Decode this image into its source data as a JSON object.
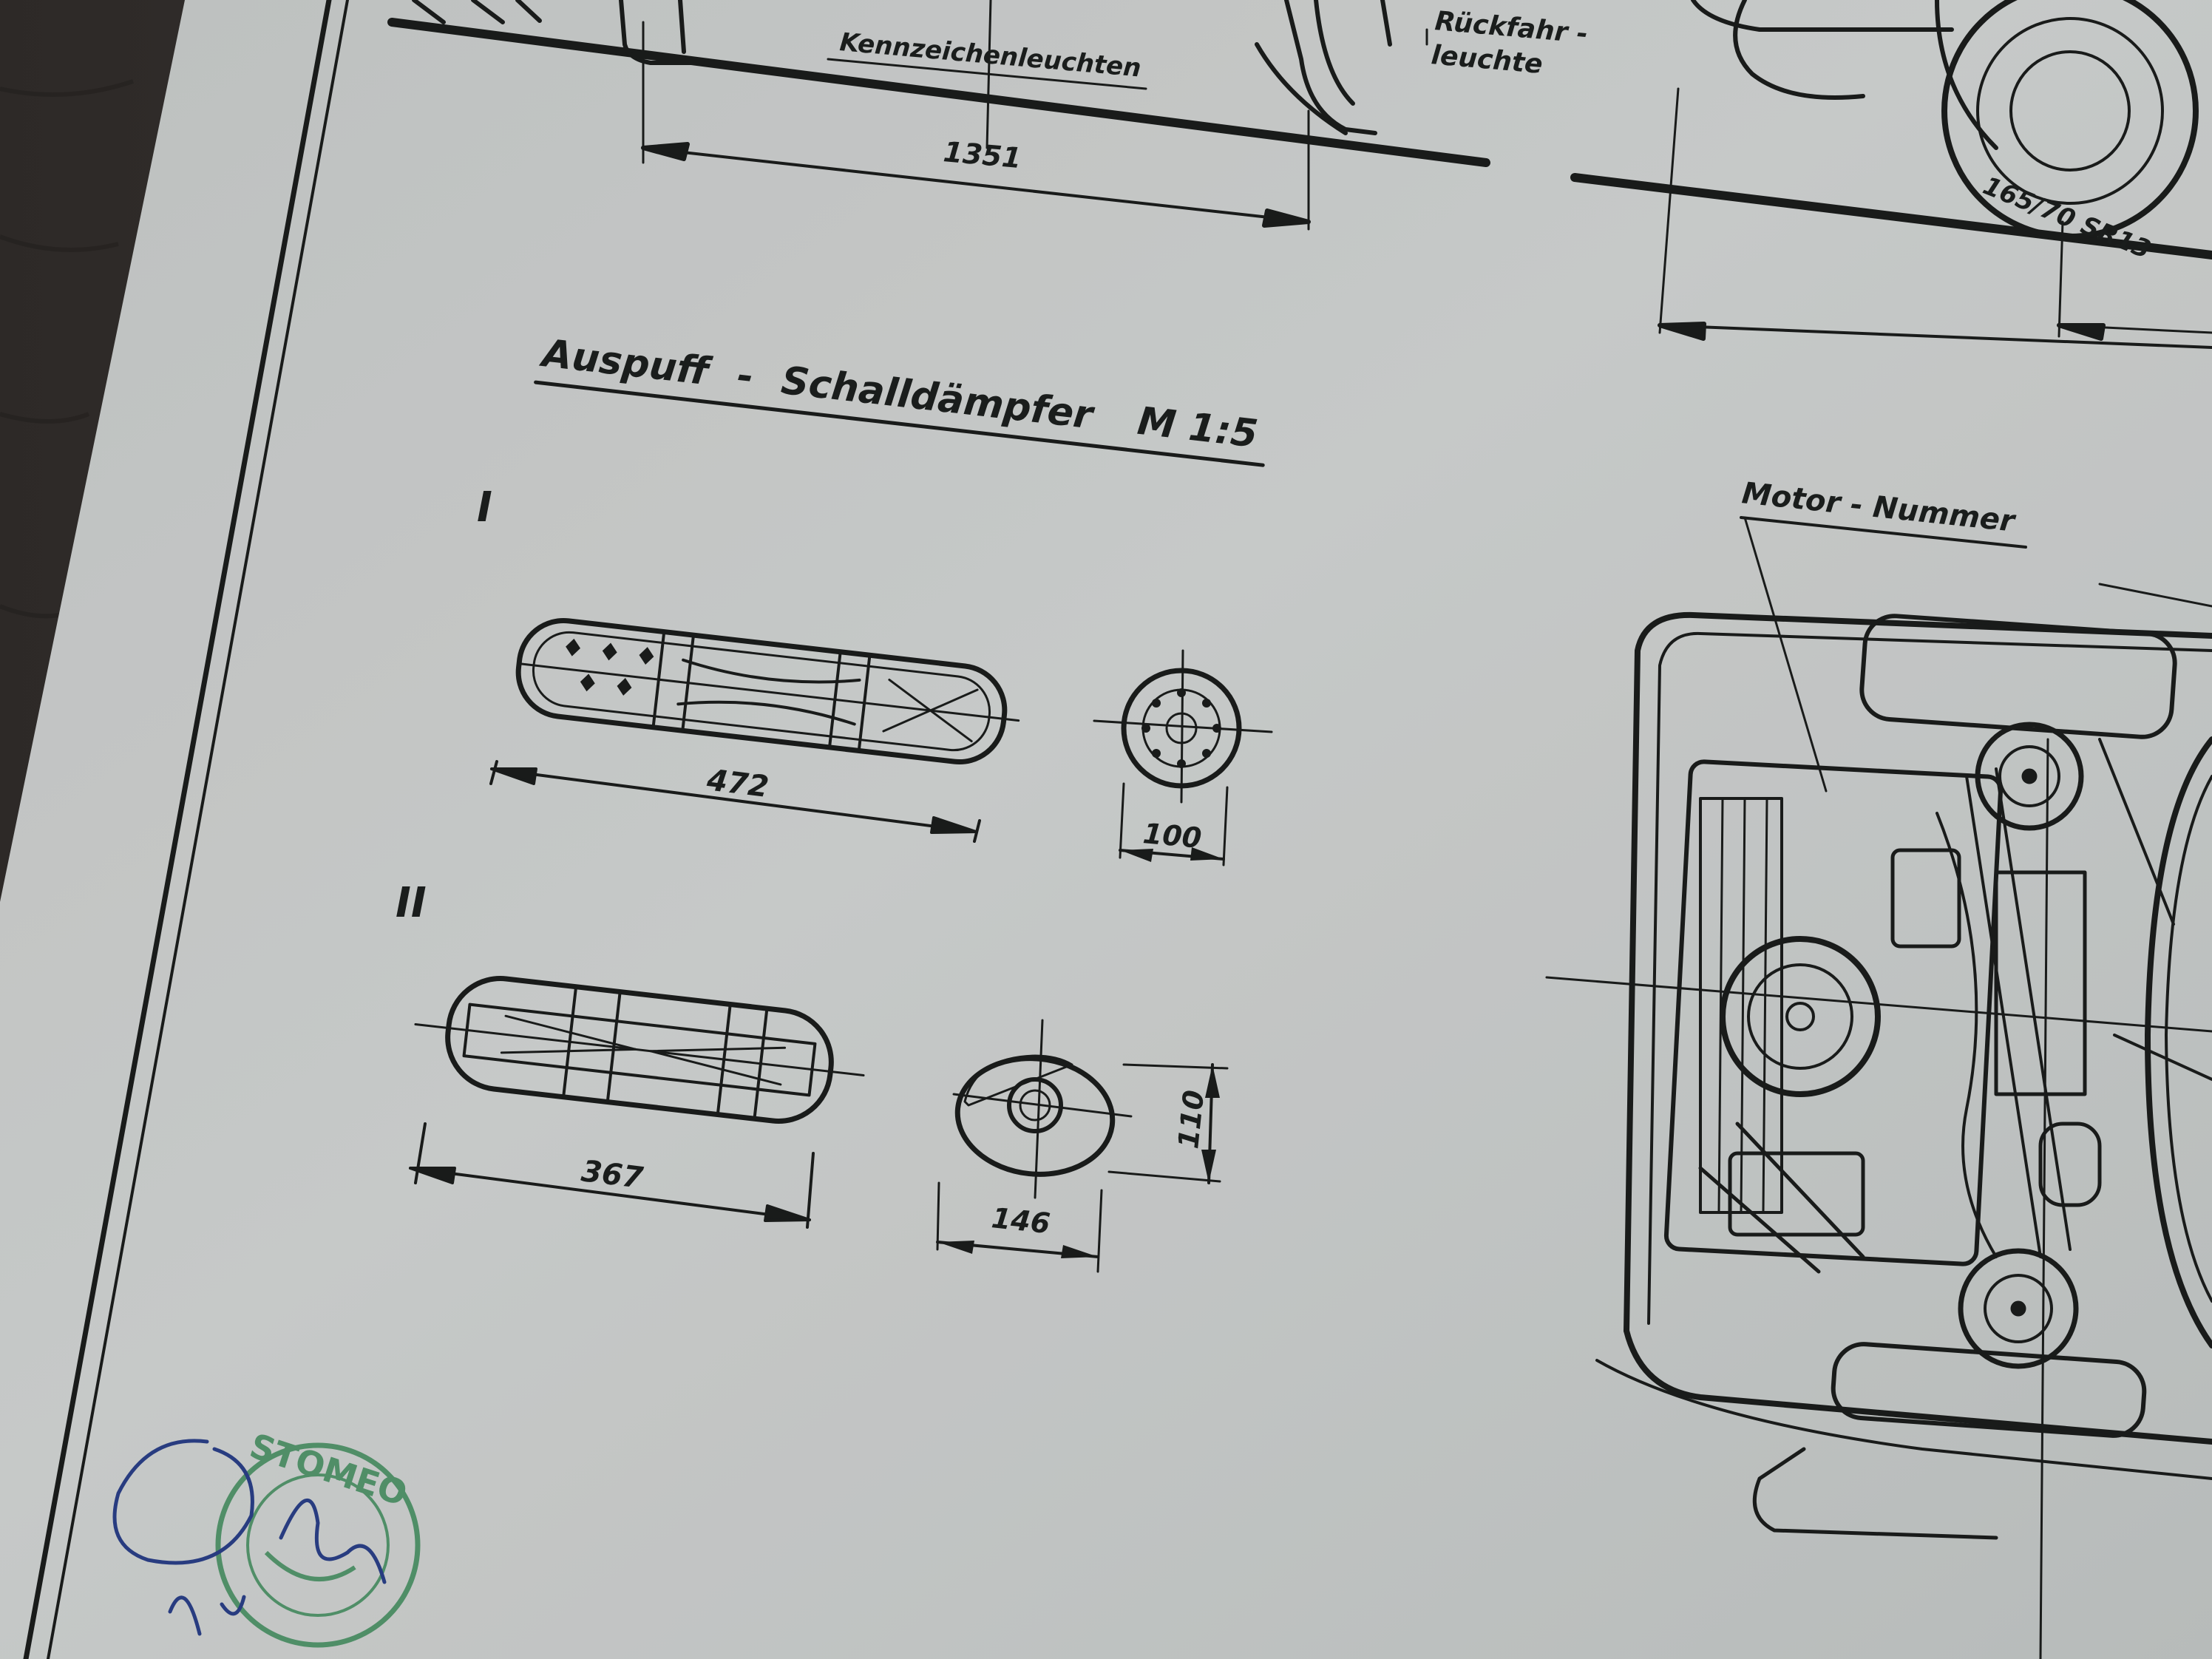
{
  "drawing": {
    "label_kennzeichen": "Kennzeichenleuchten",
    "label_rueckfahr_line1": "Rückfahr -",
    "label_rueckfahr_line2": "leuchte",
    "dim_1351": "1351",
    "tire_size": "165/70 SR13",
    "section_title_part1": "Auspuff",
    "section_title_dash": "-",
    "section_title_part2": "Schalldämpfer",
    "scale": "M 1:5",
    "variant_1": "I",
    "variant_2": "II",
    "dim_472": "472",
    "dim_100": "100",
    "dim_367": "367",
    "dim_146": "146",
    "dim_110": "110",
    "label_motor_nummer": "Motor - Nummer",
    "stamp_text": "STOMEO"
  },
  "colors": {
    "wood": "#3d3936",
    "paper": "#c9cccb",
    "ink": "#1b1d1c",
    "signature_ink": "#2a3f86",
    "stamp": "#3f8a5b"
  }
}
